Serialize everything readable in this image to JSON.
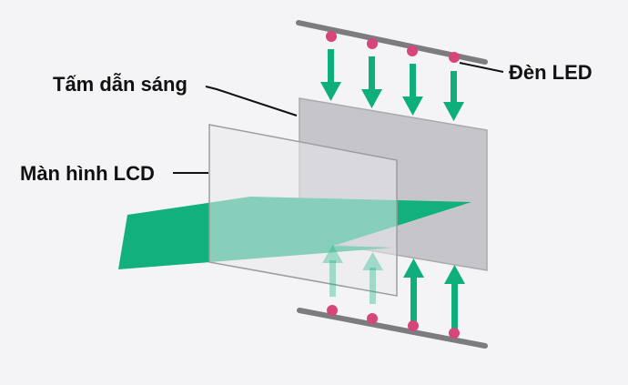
{
  "labels": {
    "light_guide": "Tấm dẫn sáng",
    "lcd_screen": "Màn hình LCD",
    "led_lamp": "Đèn LED"
  },
  "colors": {
    "background": "#f4f4f6",
    "rail": "#7b7b80",
    "led_dot": "#d6467a",
    "arrow_green": "#0fae7d",
    "guide_plate": "#c6c6ca",
    "lcd_plate": "#e7e7ea",
    "beam_green": "#11b07c",
    "leader_line": "#111111"
  }
}
